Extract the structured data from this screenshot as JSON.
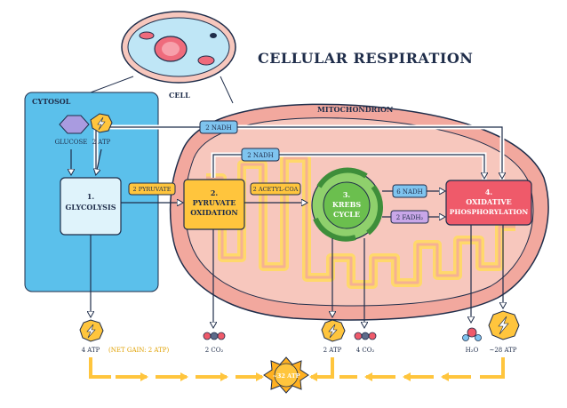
{
  "title": "CELLULAR RESPIRATION",
  "labels": {
    "cell": "CELL",
    "cytosol": "CYTOSOL",
    "mitochondrion": "MITOCHONDRION"
  },
  "inputs": {
    "glucose": "GLUCOSE",
    "atp_in": "2 ATP"
  },
  "stages": {
    "glycolysis_num": "1.",
    "glycolysis": "GLYCOLYSIS",
    "pyruvate_num": "2.",
    "pyruvate_line1": "PYRUVATE",
    "pyruvate_line2": "OXIDATION",
    "krebs_num": "3.",
    "krebs_line1": "KREBS",
    "krebs_line2": "CYCLE",
    "oxphos_num": "4.",
    "oxphos_line1": "OXIDATIVE",
    "oxphos_line2": "PHOSPHORYLATION"
  },
  "carriers": {
    "nadh_top": "2 NADH",
    "nadh_mid": "2 NADH",
    "nadh_krebs": "6 NADH",
    "fadh2": "2 FADH₂",
    "pyruvate": "2 PYRUVATE",
    "acetyl": "2 ACETYL-COA"
  },
  "outputs": {
    "atp_glycolysis": "4 ATP",
    "net_gain": "(NET GAIN: 2 ATP)",
    "co2_pyruvate": "2 CO₂",
    "atp_krebs": "2 ATP",
    "co2_krebs": "4 CO₂",
    "h2o": "H₂O",
    "atp_oxphos": "~28 ATP",
    "total_atp": "~32 ATP"
  },
  "colors": {
    "cytosol": "#5bc0eb",
    "mito_outer": "#f2a89e",
    "mito_inner": "#f7c7bd",
    "cristae": "#ffd86b",
    "glycolysis_box": "#dff3fb",
    "pyruvate_box": "#ffc53d",
    "krebs": "#6bbf4e",
    "oxphos_box": "#ef5a6a",
    "carrier": "#7fc4ef",
    "fadh2": "#c9a7e8",
    "atp": "#ffc53d",
    "flow_arrow": "#ffc53d",
    "outline": "#1f2d4a"
  },
  "icons": {
    "glucose": "hexagon-icon",
    "atp": "lightning-badge-icon",
    "co2": "molecule-icon",
    "h2o": "water-molecule-icon"
  }
}
